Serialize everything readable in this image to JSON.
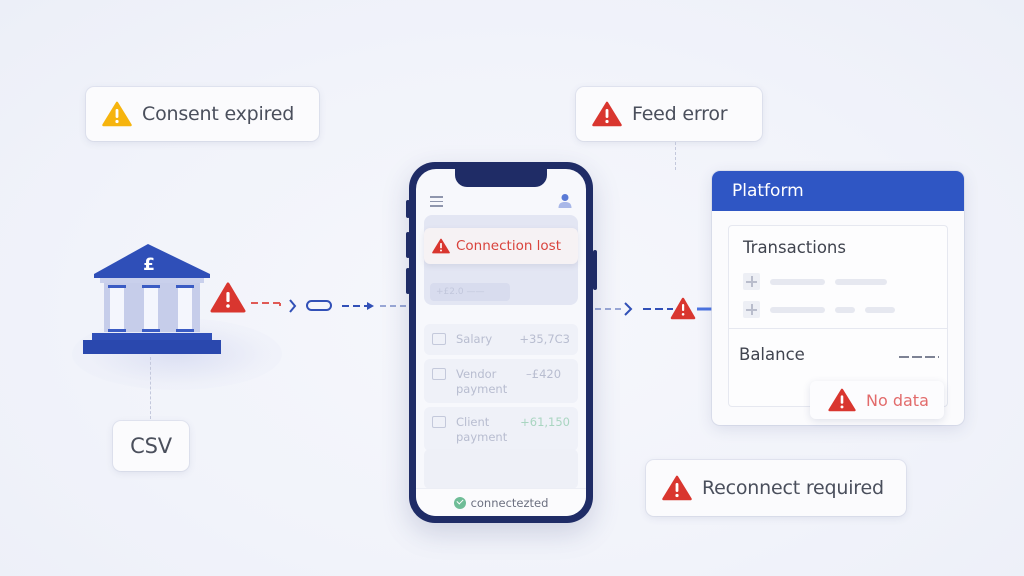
{
  "callouts": {
    "consent_expired": {
      "label": "Consent expired",
      "severity": "warning",
      "icon": "warning-triangle-icon"
    },
    "feed_error": {
      "label": "Feed error",
      "severity": "error",
      "icon": "error-triangle-icon"
    },
    "reconnect_required": {
      "label": "Reconnect required",
      "severity": "error",
      "icon": "error-triangle-icon"
    }
  },
  "bank": {
    "symbol": "£",
    "icon": "bank-icon"
  },
  "csv": {
    "label": "CSV"
  },
  "phone": {
    "alert": {
      "label": "Connection lost",
      "icon": "error-triangle-icon"
    },
    "blurred_pill": "+£2.0 ——",
    "transactions": [
      {
        "label": "Salary",
        "amount": "+35,7C3",
        "type": "positive-muted"
      },
      {
        "label": "Vendor payment",
        "amount": "–£420",
        "type": "negative"
      },
      {
        "label": "Client payment",
        "amount": "+61,150",
        "type": "positive"
      }
    ],
    "status": {
      "label": "connectezted",
      "icon": "check-circle-icon"
    }
  },
  "platform": {
    "title": "Platform",
    "transactions_title": "Transactions",
    "balance_label": "Balance",
    "balance_value": "----",
    "no_data": {
      "label": "No data",
      "icon": "error-triangle-icon"
    }
  },
  "colors": {
    "primary": "#2f56c4",
    "phone_frame": "#1f2c66",
    "error": "#d9362f",
    "warning": "#f6b40e",
    "success": "#6fbd97",
    "background": "#f1f3fa"
  }
}
